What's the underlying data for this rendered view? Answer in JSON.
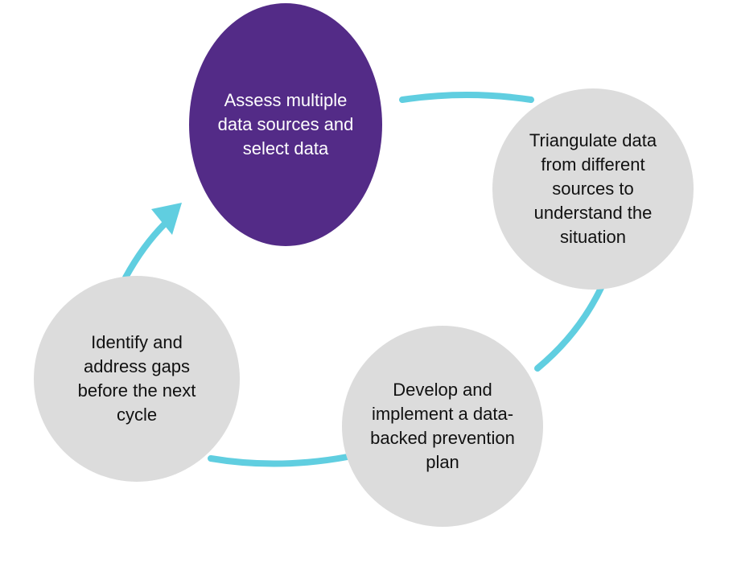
{
  "diagram": {
    "colors": {
      "primary": "#532b87",
      "secondary": "#dcdcdc",
      "connector": "#60cee0"
    },
    "steps": [
      {
        "label": "Assess multiple data sources and select data"
      },
      {
        "label": "Triangulate data from different sources to understand the situation"
      },
      {
        "label": "Develop and implement a data-backed prevention plan"
      },
      {
        "label": "Identify and address gaps before the next cycle"
      }
    ]
  }
}
